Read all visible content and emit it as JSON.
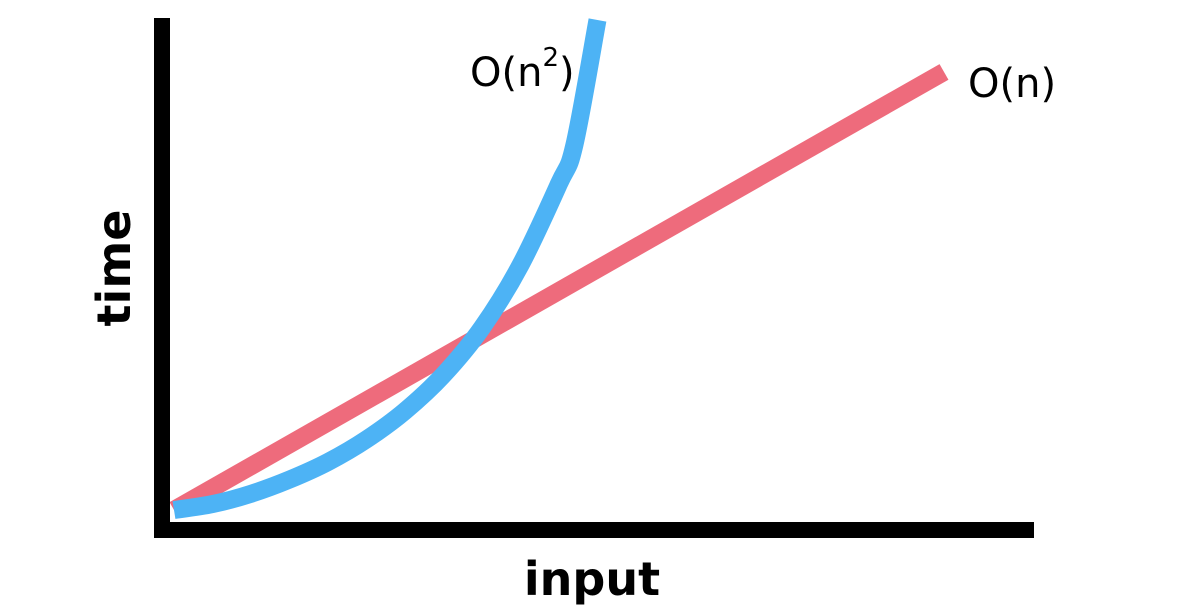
{
  "chart_data": {
    "type": "line",
    "title": "",
    "xlabel": "input",
    "ylabel": "time",
    "grid": false,
    "legend": "none",
    "xlim": [
      0,
      10
    ],
    "ylim": [
      0,
      10
    ],
    "series": [
      {
        "name": "O(n)",
        "label_base": "O(n",
        "label_close": ")",
        "color": "#EE6B7C",
        "x": [
          0,
          10
        ],
        "y": [
          0,
          8.94
        ]
      },
      {
        "name": "O(n²)",
        "label_base": "O(n",
        "label_sup": "2",
        "label_close": ")",
        "color": "#4DB3F5",
        "x": [
          0,
          0.5,
          1,
          1.5,
          2,
          2.5,
          3,
          3.5,
          4,
          4.5,
          5,
          5.2,
          5.5
        ],
        "y": [
          0,
          0.12,
          0.33,
          0.62,
          0.98,
          1.44,
          2.02,
          2.76,
          3.72,
          5.0,
          6.66,
          7.45,
          10.0
        ]
      }
    ],
    "axis_color": "#000000"
  }
}
